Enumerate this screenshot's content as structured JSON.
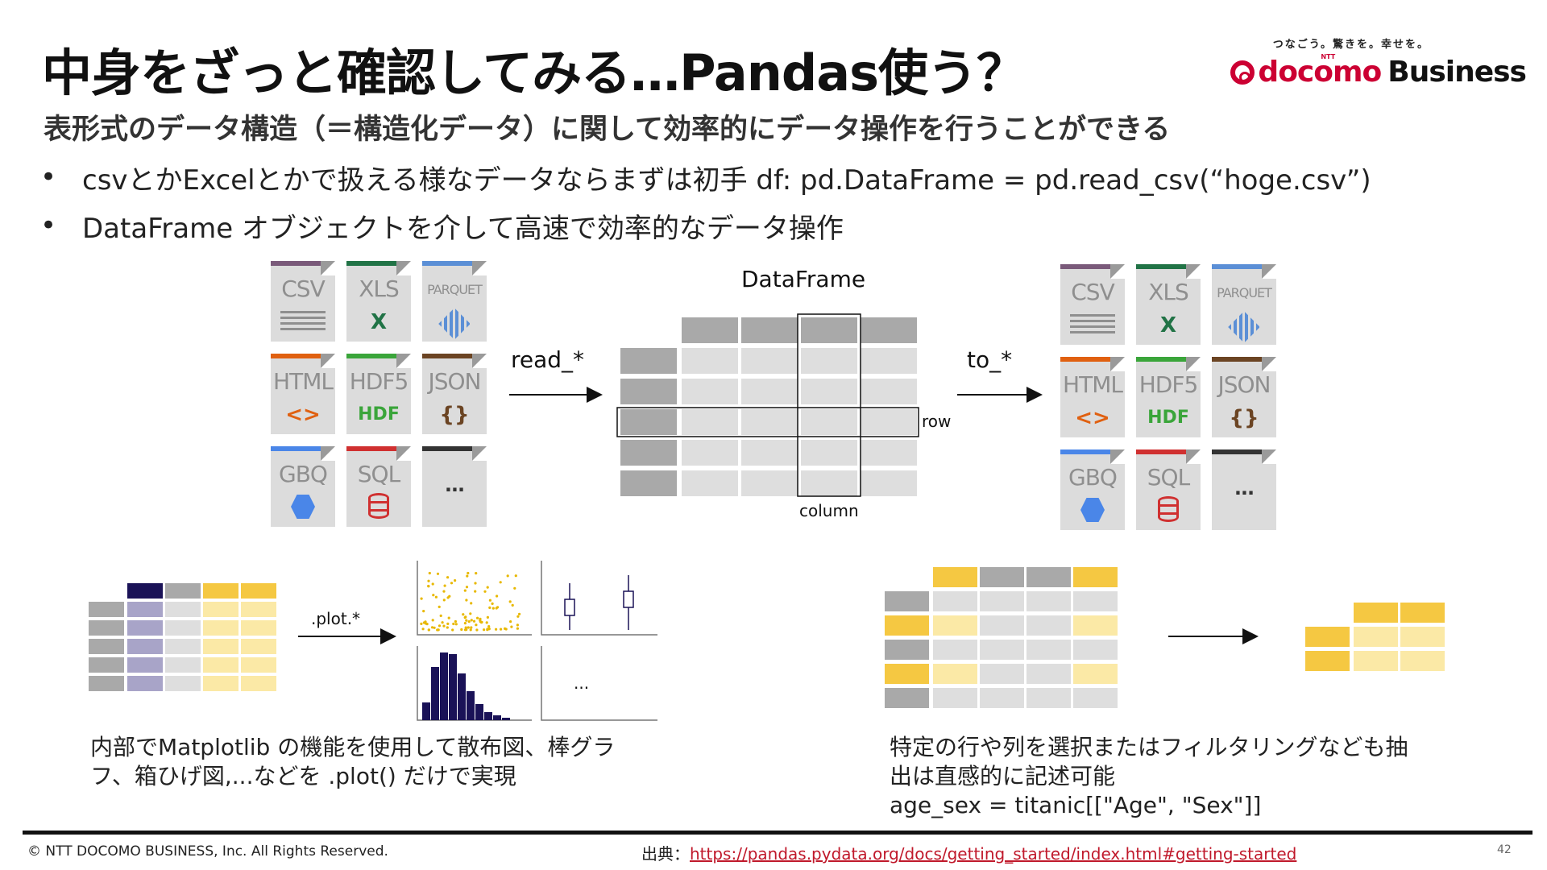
{
  "slide": {
    "title": "中身をざっと確認してみる…Pandas使う？",
    "subtitle": "表形式のデータ構造（＝構造化データ）に関して効率的にデータ操作を行うことができる",
    "bullets": [
      "csvとかExcelとかで扱える様なデータならまずは初手 df: pd.DataFrame = pd.read_csv(“hoge.csv”)",
      "DataFrame オブジェクトを介して高速で効率的なデータ操作"
    ],
    "bullet_glyph": "•"
  },
  "logo": {
    "tagline": "つなごう。驚きを。幸せを。",
    "ntt": "NTT",
    "brand": "docomo",
    "business": "Business",
    "color": "#cc0033"
  },
  "diagram_io": {
    "formats": [
      {
        "label": "CSV",
        "color": "#7a5a7a",
        "icon": "lines-icon"
      },
      {
        "label": "XLS",
        "color": "#217346",
        "icon": "excel-icon",
        "glyph": "X"
      },
      {
        "label": "PARQUET",
        "color": "#5b8fd6",
        "icon": "parquet-icon"
      },
      {
        "label": "HTML",
        "color": "#e06010",
        "icon": "code-icon",
        "glyph": "<>"
      },
      {
        "label": "HDF5",
        "color": "#3aa53a",
        "icon": "hdf-icon",
        "glyph": "HDF"
      },
      {
        "label": "JSON",
        "color": "#6b4423",
        "icon": "braces-icon",
        "glyph": "{}"
      },
      {
        "label": "GBQ",
        "color": "#4a86e8",
        "icon": "bigquery-icon"
      },
      {
        "label": "SQL",
        "color": "#d03030",
        "icon": "database-icon"
      },
      {
        "label": "...",
        "color": "#333333",
        "icon": "more-icon"
      }
    ],
    "dataframe_label": "DataFrame",
    "read_label": "read_*",
    "to_label": "to_*",
    "row_label": "row",
    "column_label": "column"
  },
  "plot_section": {
    "label": ".plot.*",
    "ellipsis": "...",
    "caption_lines": [
      "内部でMatplotlib の機能を使用して散布図、棒グラ",
      "フ、箱ひげ図,...などを .plot() だけで実現"
    ]
  },
  "select_section": {
    "caption_lines": [
      "特定の行や列を選択またはフィルタリングなども抽",
      "出は直感的に記述可能",
      "age_sex = titanic[[\"Age\", \"Sex\"]]"
    ]
  },
  "footer": {
    "copyright": "© NTT DOCOMO BUSINESS, Inc. All Rights Reserved.",
    "source_prefix": "出典：",
    "source_url": "https://pandas.pydata.org/docs/getting_started/index.html#getting-started",
    "page_number": "42"
  },
  "colors": {
    "grid": "#dedede",
    "header": "#a9a9a9",
    "navy": "#1a1257",
    "lavender": "#a8a4c8",
    "yellow": "#f5c842",
    "pale_yellow": "#fbe9a6"
  }
}
